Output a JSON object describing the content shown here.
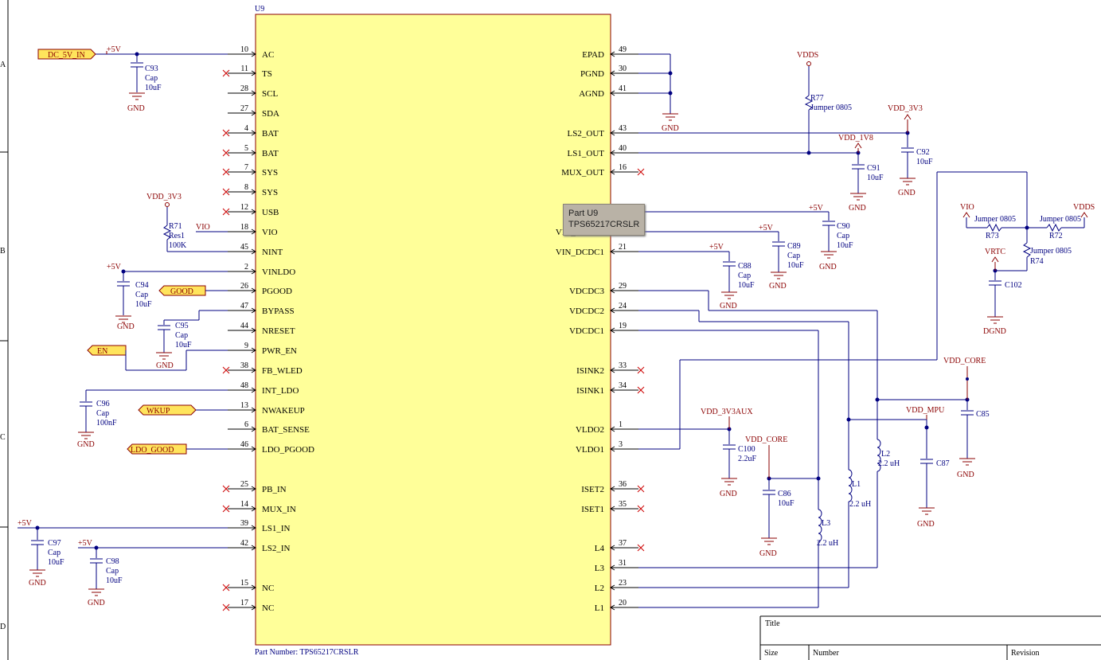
{
  "chip": {
    "designator": "U9",
    "part_number_text": "Part Number: TPS65217CRSLR",
    "left_pins": [
      {
        "num": "10",
        "name": "AC"
      },
      {
        "num": "11",
        "name": "TS"
      },
      {
        "num": "28",
        "name": "SCL"
      },
      {
        "num": "27",
        "name": "SDA"
      },
      {
        "num": "4",
        "name": "BAT"
      },
      {
        "num": "5",
        "name": "BAT"
      },
      {
        "num": "7",
        "name": "SYS"
      },
      {
        "num": "8",
        "name": "SYS"
      },
      {
        "num": "12",
        "name": "USB"
      },
      {
        "num": "18",
        "name": "VIO"
      },
      {
        "num": "45",
        "name": "NINT"
      },
      {
        "num": "2",
        "name": "VINLDO"
      },
      {
        "num": "26",
        "name": "PGOOD"
      },
      {
        "num": "47",
        "name": "BYPASS"
      },
      {
        "num": "44",
        "name": "NRESET"
      },
      {
        "num": "9",
        "name": "PWR_EN"
      },
      {
        "num": "38",
        "name": "FB_WLED"
      },
      {
        "num": "48",
        "name": "INT_LDO"
      },
      {
        "num": "13",
        "name": "NWAKEUP"
      },
      {
        "num": "6",
        "name": "BAT_SENSE"
      },
      {
        "num": "46",
        "name": "LDO_PGOOD"
      },
      {
        "num": "25",
        "name": "PB_IN"
      },
      {
        "num": "14",
        "name": "MUX_IN"
      },
      {
        "num": "39",
        "name": "LS1_IN"
      },
      {
        "num": "42",
        "name": "LS2_IN"
      },
      {
        "num": "15",
        "name": "NC"
      },
      {
        "num": "17",
        "name": "NC"
      }
    ],
    "right_pins": [
      {
        "num": "49",
        "name": "EPAD"
      },
      {
        "num": "30",
        "name": "PGND"
      },
      {
        "num": "41",
        "name": "AGND"
      },
      {
        "num": "43",
        "name": "LS2_OUT"
      },
      {
        "num": "40",
        "name": "LS1_OUT"
      },
      {
        "num": "16",
        "name": "MUX_OUT"
      },
      {
        "num": "",
        "name": "VIN_LDO"
      },
      {
        "num": "",
        "name": "VIN_DCDC2"
      },
      {
        "num": "21",
        "name": "VIN_DCDC1"
      },
      {
        "num": "29",
        "name": "VDCDC3"
      },
      {
        "num": "24",
        "name": "VDCDC2"
      },
      {
        "num": "19",
        "name": "VDCDC1"
      },
      {
        "num": "33",
        "name": "ISINK2"
      },
      {
        "num": "34",
        "name": "ISINK1"
      },
      {
        "num": "1",
        "name": "VLDO2"
      },
      {
        "num": "3",
        "name": "VLDO1"
      },
      {
        "num": "36",
        "name": "ISET2"
      },
      {
        "num": "35",
        "name": "ISET1"
      },
      {
        "num": "37",
        "name": "L4"
      },
      {
        "num": "31",
        "name": "L3"
      },
      {
        "num": "23",
        "name": "L2"
      },
      {
        "num": "20",
        "name": "L1"
      }
    ]
  },
  "ports": [
    {
      "text": "DC_5V_IN"
    },
    {
      "text": "GOOD"
    },
    {
      "text": "EN"
    },
    {
      "text": "WKUP"
    },
    {
      "text": "LDO_GOOD"
    }
  ],
  "power": {
    "p5v": "+5V",
    "vdd_3v3": "VDD_3V3",
    "vdds": "VDDS",
    "vdd_1v8": "VDD_1V8",
    "vio": "VIO",
    "vrtc": "VRTC",
    "gnd": "GND",
    "dgnd": "DGND",
    "vdd_core": "VDD_CORE",
    "vdd_3v3aux": "VDD_3V3AUX",
    "vdd_mpu": "VDD_MPU"
  },
  "net_labels": {
    "vio": "VIO"
  },
  "components": {
    "c93": {
      "name": "C93",
      "type": "Cap",
      "value": "10uF"
    },
    "c94": {
      "name": "C94",
      "type": "Cap",
      "value": "10uF"
    },
    "c95": {
      "name": "C95",
      "type": "Cap",
      "value": "10uF"
    },
    "c96": {
      "name": "C96",
      "type": "Cap",
      "value": "100nF"
    },
    "c97": {
      "name": "C97",
      "type": "Cap",
      "value": "10uF"
    },
    "c98": {
      "name": "C98",
      "type": "Cap",
      "value": "10uF"
    },
    "c88": {
      "name": "C88",
      "type": "Cap",
      "value": "10uF"
    },
    "c89": {
      "name": "C89",
      "type": "Cap",
      "value": "10uF"
    },
    "c90": {
      "name": "C90",
      "type": "Cap",
      "value": "10uF"
    },
    "c91": {
      "name": "C91",
      "value": "10uF"
    },
    "c92": {
      "name": "C92",
      "value": "10uF"
    },
    "c100": {
      "name": "C100",
      "value": "2.2uF"
    },
    "c86": {
      "name": "C86",
      "value": "10uF"
    },
    "c87": {
      "name": "C87"
    },
    "c85": {
      "name": "C85"
    },
    "c102": {
      "name": "C102"
    },
    "r71": {
      "name": "R71",
      "type": "Res1",
      "value": "100K"
    },
    "r77": {
      "name": "R77",
      "value": "Jumper 0805"
    },
    "r73": {
      "name": "R73",
      "value": "Jumper 0805"
    },
    "r72": {
      "name": "R72",
      "value": "Jumper 0805"
    },
    "r74": {
      "name": "R74",
      "value": "Jumper 0805"
    },
    "l1": {
      "name": "L1",
      "value": "2.2 uH"
    },
    "l2": {
      "name": "L2",
      "value": "2.2 uH"
    },
    "l3": {
      "name": "L3",
      "value": "2.2 uH"
    }
  },
  "tooltip": {
    "line1": "Part U9",
    "line2": "TPS65217CRSLR"
  },
  "title_block": {
    "title": "Title",
    "size": "Size",
    "number": "Number",
    "revision": "Revision"
  },
  "border_zones": [
    "A",
    "B",
    "C",
    "D"
  ],
  "colors": {
    "chip_fill": "#ffff99",
    "wire": "#000080",
    "power": "#8b0000",
    "port_fill": "#ffe45c",
    "no_connect": "#cc0000"
  }
}
